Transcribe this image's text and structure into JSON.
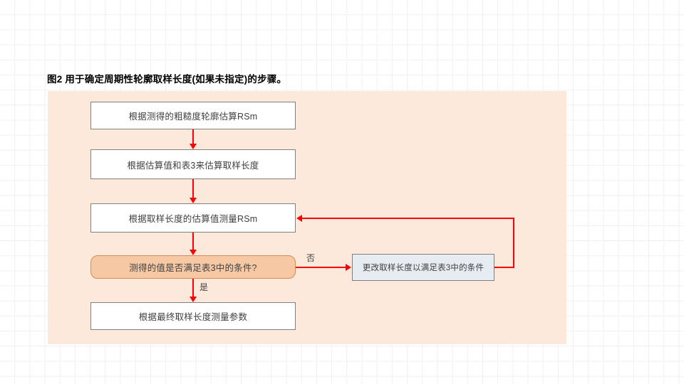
{
  "figure": {
    "caption": "图2 用于确定周期性轮廓取样长度(如果未指定)的步骤。"
  },
  "flowchart": {
    "nodes": [
      {
        "id": "estimate-rsm",
        "type": "process",
        "label": "根据测得的粗糙度轮廓估算RSm"
      },
      {
        "id": "estimate-length",
        "type": "process",
        "label": "根据估算值和表3来估算取样长度"
      },
      {
        "id": "measure-rsm",
        "type": "process",
        "label": "根据取样长度的估算值测量RSm"
      },
      {
        "id": "check-condition",
        "type": "decision",
        "label": "测得的值是否满足表3中的条件?"
      },
      {
        "id": "measure-parameters",
        "type": "process",
        "label": "根据最终取样长度测量参数"
      },
      {
        "id": "change-length",
        "type": "action",
        "label": "更改取样长度以满足表3中的条件"
      }
    ],
    "branch_labels": {
      "no": "否",
      "yes": "是"
    }
  },
  "colors": {
    "panel_background": "#fce9dc",
    "process_fill": "#ffffff",
    "process_border": "#808080",
    "decision_fill": "#f6c9a4",
    "decision_border": "#d98a4e",
    "action_fill": "#e7ecf2",
    "action_border": "#7f7f7f",
    "connector": "#fb0007",
    "text": "#404040",
    "caption_text": "#000000",
    "slide_background": "#ffffff",
    "grid_line": "#f0f0f0"
  }
}
